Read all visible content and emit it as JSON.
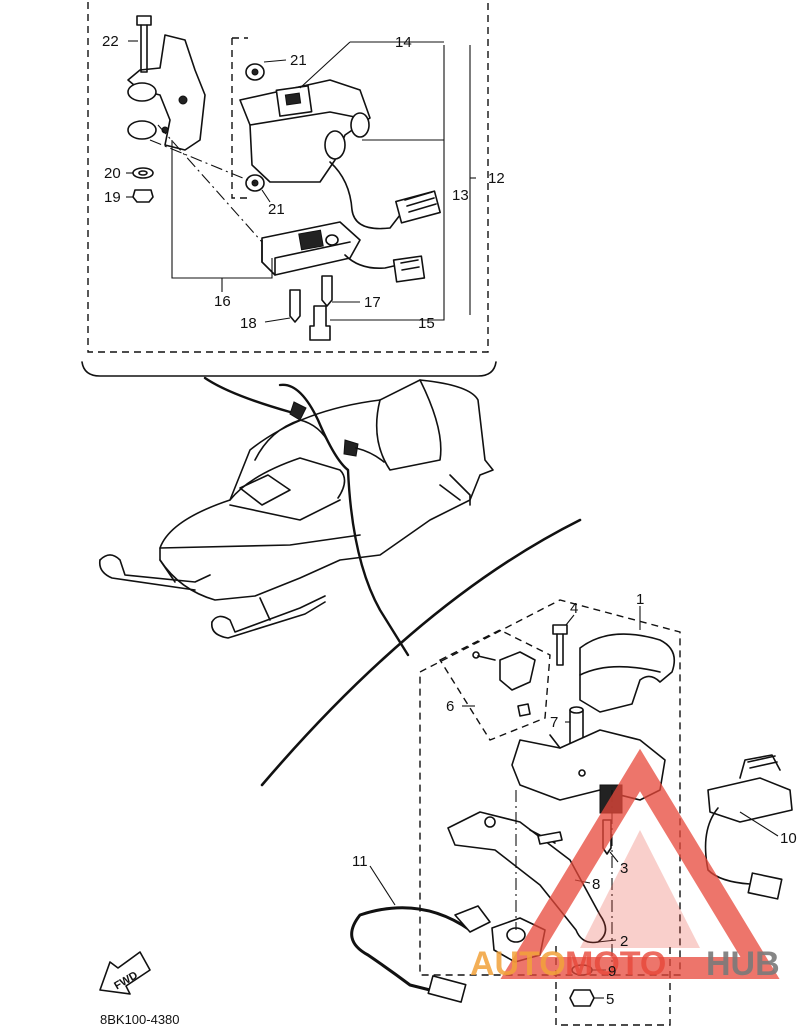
{
  "callouts": [
    {
      "id": "c1",
      "text": "1"
    },
    {
      "id": "c2",
      "text": "2"
    },
    {
      "id": "c3",
      "text": "3"
    },
    {
      "id": "c4",
      "text": "4"
    },
    {
      "id": "c5",
      "text": "5"
    },
    {
      "id": "c6",
      "text": "6"
    },
    {
      "id": "c7",
      "text": "7"
    },
    {
      "id": "c8",
      "text": "8"
    },
    {
      "id": "c9",
      "text": "9"
    },
    {
      "id": "c10",
      "text": "10"
    },
    {
      "id": "c11",
      "text": "11"
    },
    {
      "id": "c12",
      "text": "12"
    },
    {
      "id": "c13",
      "text": "13"
    },
    {
      "id": "c14",
      "text": "14"
    },
    {
      "id": "c15",
      "text": "15"
    },
    {
      "id": "c16",
      "text": "16"
    },
    {
      "id": "c17",
      "text": "17"
    },
    {
      "id": "c18",
      "text": "18"
    },
    {
      "id": "c19",
      "text": "19"
    },
    {
      "id": "c20",
      "text": "20"
    },
    {
      "id": "c21a",
      "text": "21"
    },
    {
      "id": "c21b",
      "text": "21"
    },
    {
      "id": "c22",
      "text": "22"
    }
  ],
  "direction_arrow": "FWD",
  "drawing_number": "8BK100-4380",
  "watermark": {
    "text_left": "AUTO",
    "text_mid": "MOTO",
    "text_right": "HUB",
    "color_red": "#e8483a",
    "color_orange": "#f2a23a",
    "color_gray": "#7a7a7a"
  }
}
